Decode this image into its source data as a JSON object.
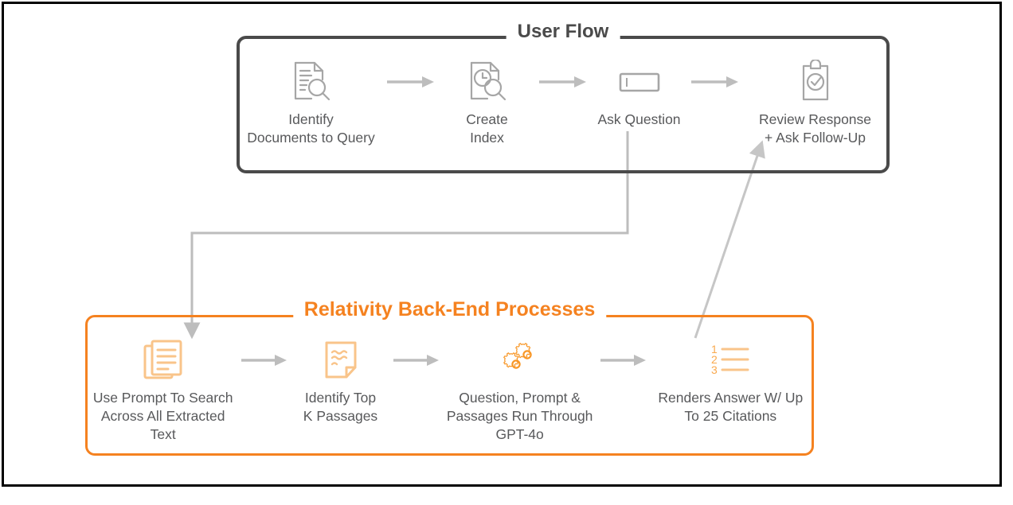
{
  "diagram": {
    "frame_color": "#000000",
    "background": "#ffffff",
    "groups": [
      {
        "id": "user-flow",
        "title": "User Flow",
        "accent_color": "#4a4a4a",
        "steps": [
          {
            "icon": "document-search-icon",
            "label": "Identify\nDocuments to Query"
          },
          {
            "icon": "document-clock-search-icon",
            "label": "Create\nIndex"
          },
          {
            "icon": "text-input-icon",
            "label": "Ask Question"
          },
          {
            "icon": "clipboard-check-icon",
            "label": "Review  Response\n+ Ask Follow-Up"
          }
        ]
      },
      {
        "id": "relativity-back-end-processes",
        "title": "Relativity Back-End Processes",
        "accent_color": "#f58220",
        "steps": [
          {
            "icon": "stacked-documents-icon",
            "label": "Use Prompt To Search\nAcross All Extracted\nText"
          },
          {
            "icon": "note-page-icon",
            "label": "Identify Top\nK Passages"
          },
          {
            "icon": "gears-icon",
            "label": "Question, Prompt &\nPassages Run Through\nGPT-4o"
          },
          {
            "icon": "numbered-list-icon",
            "label": "Renders Answer W/ Up\nTo 25 Citations"
          }
        ]
      }
    ],
    "connectors": [
      {
        "name": "ask-question-to-backend-connector",
        "from": "Ask Question",
        "to": "Use Prompt To Search Across All Extracted Text",
        "style": "elbow",
        "color": "#bfbfbf"
      },
      {
        "name": "citations-to-review-response-connector",
        "from": "Renders Answer W/ Up To 25 Citations",
        "to": "Review  Response + Ask Follow-Up",
        "style": "diagonal",
        "color": "#c6c6c6"
      }
    ],
    "colors": {
      "arrow_gray": "#bdbdbd",
      "icon_gray": "#a6a6a6",
      "icon_orange": "#f9c48a",
      "text_gray": "#58595b",
      "orange": "#f58220"
    }
  }
}
